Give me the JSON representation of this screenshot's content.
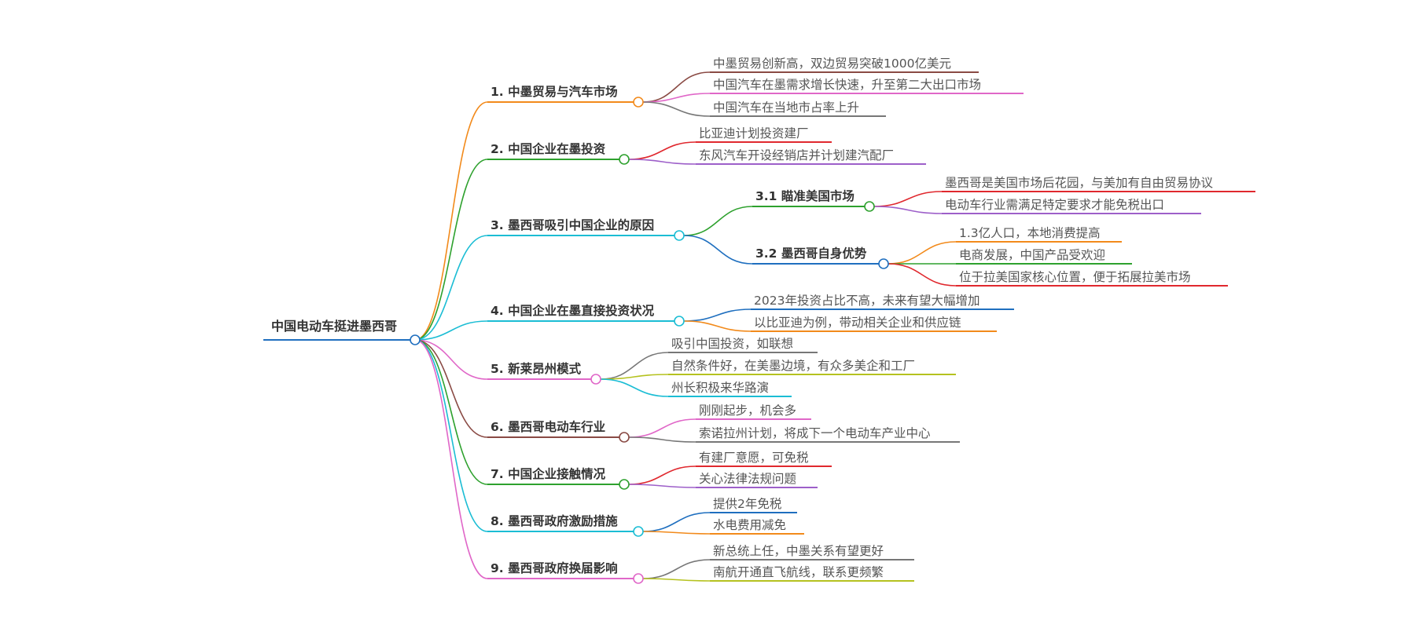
{
  "root": {
    "label": "中国电动车挺进墨西哥",
    "color": "#1f6fbf"
  },
  "branches": [
    {
      "label": "1. 中墨贸易与汽车市场",
      "color": "#f28a1b",
      "children": [
        {
          "label": "中墨贸易创新高，双边贸易突破1000亿美元",
          "color": "#8a4a44"
        },
        {
          "label": "中国汽车在墨需求增长快速，升至第二大出口市场",
          "color": "#e067c8"
        },
        {
          "label": "中国汽车在当地市占率上升",
          "color": "#777777"
        }
      ]
    },
    {
      "label": "2. 中国企业在墨投资",
      "color": "#2ea12e",
      "children": [
        {
          "label": "比亚迪计划投资建厂",
          "color": "#e0282e"
        },
        {
          "label": "东风汽车开设经销店并计划建汽配厂",
          "color": "#9d5fc9"
        }
      ]
    },
    {
      "label": "3. 墨西哥吸引中国企业的原因",
      "color": "#1bbdd4",
      "children": [
        {
          "label": "3.1 瞄准美国市场",
          "color": "#2ea12e",
          "children": [
            {
              "label": "墨西哥是美国市场后花园，与美加有自由贸易协议",
              "color": "#e0282e"
            },
            {
              "label": "电动车行业需满足特定要求才能免税出口",
              "color": "#9d5fc9"
            }
          ]
        },
        {
          "label": "3.2 墨西哥自身优势",
          "color": "#1f6fbf",
          "children": [
            {
              "label": "1.3亿人口，本地消费提高",
              "color": "#f28a1b"
            },
            {
              "label": "电商发展，中国产品受欢迎",
              "color": "#2ea12e"
            },
            {
              "label": "位于拉美国家核心位置，便于拓展拉美市场",
              "color": "#e0282e"
            }
          ]
        }
      ]
    },
    {
      "label": "4. 中国企业在墨直接投资状况",
      "color": "#1bbdd4",
      "children": [
        {
          "label": "2023年投资占比不高，未来有望大幅增加",
          "color": "#1f6fbf"
        },
        {
          "label": "以比亚迪为例，带动相关企业和供应链",
          "color": "#f28a1b"
        }
      ]
    },
    {
      "label": "5. 新莱昂州模式",
      "color": "#e067c8",
      "children": [
        {
          "label": "吸引中国投资，如联想",
          "color": "#777777"
        },
        {
          "label": "自然条件好，在美墨边境，有众多美企和工厂",
          "color": "#b5c21f"
        },
        {
          "label": "州长积极来华路演",
          "color": "#1bbdd4"
        }
      ]
    },
    {
      "label": "6. 墨西哥电动车行业",
      "color": "#8a4a44",
      "children": [
        {
          "label": "刚刚起步，机会多",
          "color": "#e067c8"
        },
        {
          "label": "索诺拉州计划，将成下一个电动车产业中心",
          "color": "#777777"
        }
      ]
    },
    {
      "label": "7. 中国企业接触情况",
      "color": "#2ea12e",
      "children": [
        {
          "label": "有建厂意愿，可免税",
          "color": "#e0282e"
        },
        {
          "label": "关心法律法规问题",
          "color": "#9d5fc9"
        }
      ]
    },
    {
      "label": "8. 墨西哥政府激励措施",
      "color": "#1bbdd4",
      "children": [
        {
          "label": "提供2年免税",
          "color": "#1f6fbf"
        },
        {
          "label": "水电费用减免",
          "color": "#f28a1b"
        }
      ]
    },
    {
      "label": "9. 墨西哥政府换届影响",
      "color": "#e067c8",
      "children": [
        {
          "label": "新总统上任，中墨关系有望更好",
          "color": "#777777"
        },
        {
          "label": "南航开通直飞航线，联系更频繁",
          "color": "#b5c21f"
        }
      ]
    }
  ]
}
